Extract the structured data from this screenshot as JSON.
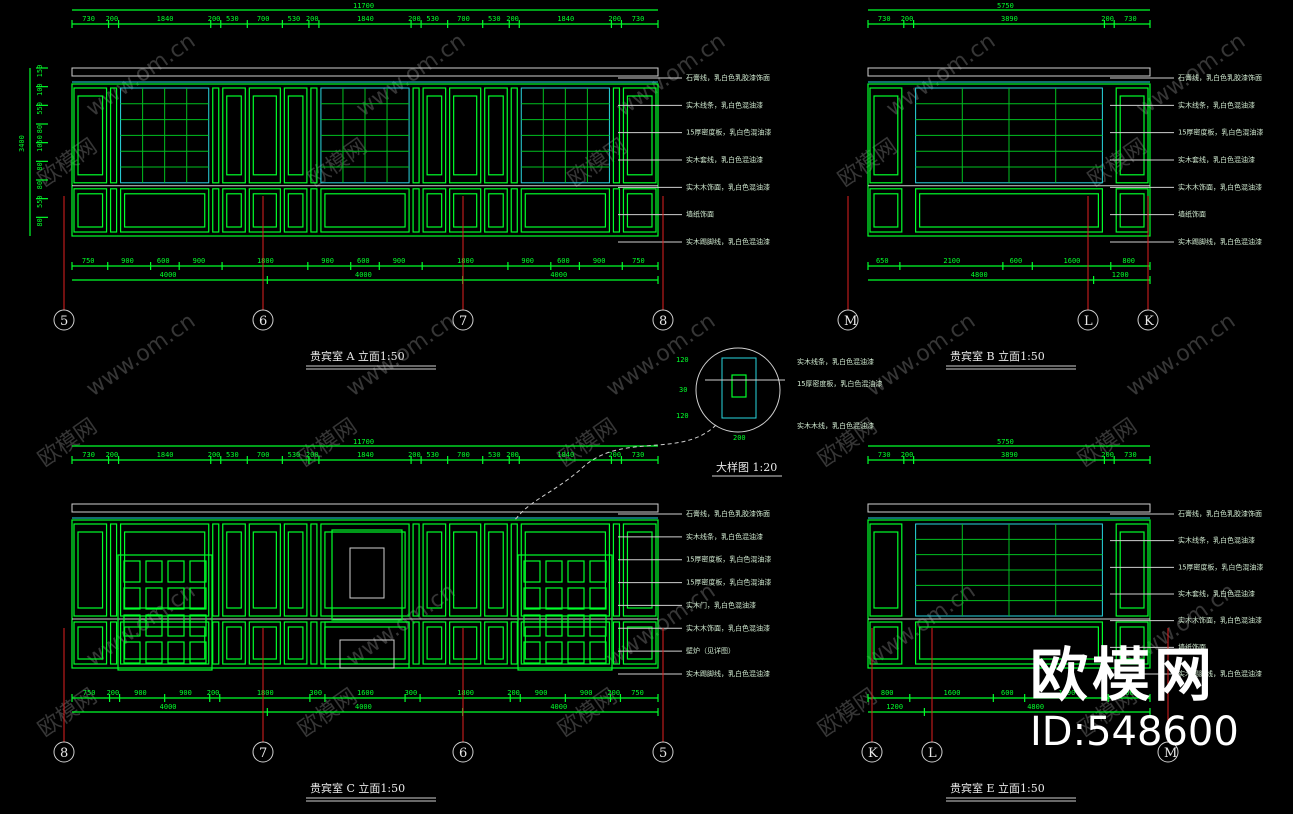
{
  "panels": {
    "a": {
      "title": "贵宾室 A  立面1:50",
      "top_dims": [
        "730",
        "200",
        "1840",
        "200",
        "530",
        "700",
        "530",
        "200",
        "1840",
        "200",
        "530",
        "700",
        "530",
        "200",
        "1840",
        "200",
        "730"
      ],
      "overall_top": "11700",
      "bottom_dims": [
        "750",
        "900",
        "600",
        "900",
        "1800",
        "900",
        "600",
        "900",
        "1800",
        "900",
        "600",
        "900",
        "750"
      ],
      "bottom_totals": [
        "4000",
        "4000",
        "4000"
      ],
      "axes": [
        "5",
        "6",
        "7",
        "8"
      ],
      "left_dims": [
        "3400",
        "150",
        "100",
        "550",
        "80",
        "1050",
        "80",
        "80",
        "550",
        "80"
      ],
      "notes": [
        "石膏线，乳白色乳胶漆饰面",
        "实木线条，乳白色混油漆",
        "15厚密度板，乳白色混油漆",
        "实木套线，乳白色混油漆",
        "实木木饰面，乳白色混油漆",
        "墙纸饰面",
        "实木踢脚线，乳白色混油漆"
      ]
    },
    "b": {
      "title": "贵宾室 B  立面1:50",
      "overall_top": "5750",
      "top_dims": [
        "730",
        "200",
        "3890",
        "200",
        "730"
      ],
      "bottom_dims": [
        "650",
        "2100",
        "600",
        "1600",
        "800"
      ],
      "bottom_totals": [
        "4800",
        "1200"
      ],
      "axes": [
        "M",
        "L",
        "K"
      ],
      "notes": [
        "石膏线，乳白色乳胶漆饰面",
        "实木线条，乳白色混油漆",
        "15厚密度板，乳白色混油漆",
        "实木套线，乳白色混油漆",
        "实木木饰面，乳白色混油漆",
        "墙纸饰面",
        "实木踢脚线，乳白色混油漆"
      ]
    },
    "c": {
      "title": "贵宾室 C  立面1:50",
      "overall_top": "11700",
      "top_dims": [
        "730",
        "200",
        "1840",
        "200",
        "530",
        "700",
        "530",
        "200",
        "1840",
        "200",
        "530",
        "700",
        "530",
        "200",
        "1840",
        "200",
        "730"
      ],
      "bottom_dims": [
        "750",
        "200",
        "900",
        "900",
        "200",
        "1800",
        "300",
        "1600",
        "300",
        "1800",
        "200",
        "900",
        "900",
        "200",
        "750"
      ],
      "bottom_totals": [
        "4000",
        "4000",
        "4000"
      ],
      "axes": [
        "8",
        "7",
        "6",
        "5"
      ],
      "notes": [
        "石膏线，乳白色乳胶漆饰面",
        "实木线条，乳白色混油漆",
        "15厚密度板，乳白色混油漆",
        "15厚密度板，乳白色混油漆",
        "实木门，乳白色混油漆",
        "实木木饰面，乳白色混油漆",
        "壁炉（见详图）",
        "实木踢脚线，乳白色混油漆"
      ]
    },
    "e": {
      "title": "贵宾室 E  立面1:50",
      "overall_top": "5750",
      "top_dims": [
        "730",
        "200",
        "3890",
        "200",
        "730"
      ],
      "bottom_dims": [
        "800",
        "1600",
        "600",
        "1600",
        "800"
      ],
      "bottom_totals": [
        "1200",
        "4800"
      ],
      "axes": [
        "K",
        "L",
        "M"
      ],
      "notes": [
        "石膏线，乳白色乳胶漆饰面",
        "实木线条，乳白色混油漆",
        "15厚密度板，乳白色混油漆",
        "实木套线，乳白色混油漆",
        "实木木饰面，乳白色混油漆",
        "墙纸饰面",
        "实木踢脚线，乳白色混油漆"
      ]
    }
  },
  "detail": {
    "title": "大样图 1:20",
    "dims": [
      "120",
      "30",
      "120",
      "200"
    ],
    "notes": [
      "实木线条，乳白色混油漆",
      "15厚密度板，乳白色混油漆",
      "实木木线，乳白色混油漆"
    ]
  },
  "watermark": {
    "text": "www.om.cn",
    "brand": "欧模网"
  },
  "logo": {
    "title": "欧模网",
    "id": "ID:548600"
  },
  "colors": {
    "background": "#000000",
    "line": "#00ff2a",
    "accent": "#29d7e0",
    "axis": "#e02020"
  }
}
